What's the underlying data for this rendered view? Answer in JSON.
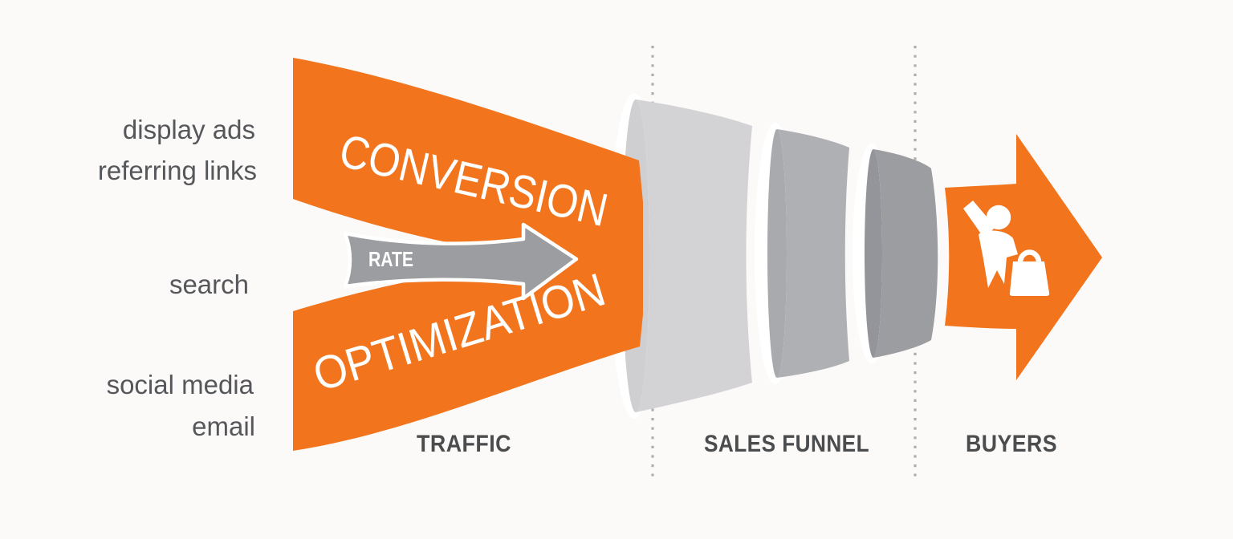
{
  "traffic_sources": {
    "items": [
      "display ads",
      "referring links",
      "search",
      "social media",
      "email"
    ]
  },
  "ribbon": {
    "word_top": "CONVERSION",
    "word_bottom": "OPTIMIZATION",
    "arrow_label": "RATE"
  },
  "stages": {
    "items": [
      {
        "label": "TRAFFIC"
      },
      {
        "label": "SALES FUNNEL"
      },
      {
        "label": "BUYERS"
      }
    ]
  },
  "icons": {
    "buyer": "person-with-shopping-bag"
  },
  "colors": {
    "background": "#FBFAF9",
    "orange": "#F2741C",
    "rate_arrow_gray": "#9C9DA0",
    "funnel_stage1_body": "#D3D3D5",
    "funnel_stage1_cap": "#CFCFD1",
    "funnel_stage2_body": "#AFB0B3",
    "funnel_stage2_cap": "#A9AAAD",
    "funnel_stage3_body": "#9C9DA0",
    "funnel_stage3_cap": "#94959A",
    "source_label_text": "#56575B",
    "stage_label_text": "#4B4C4E",
    "ribbon_text": "#FFFFFF",
    "divider": "#ADADAD",
    "white": "#FFFFFF"
  }
}
